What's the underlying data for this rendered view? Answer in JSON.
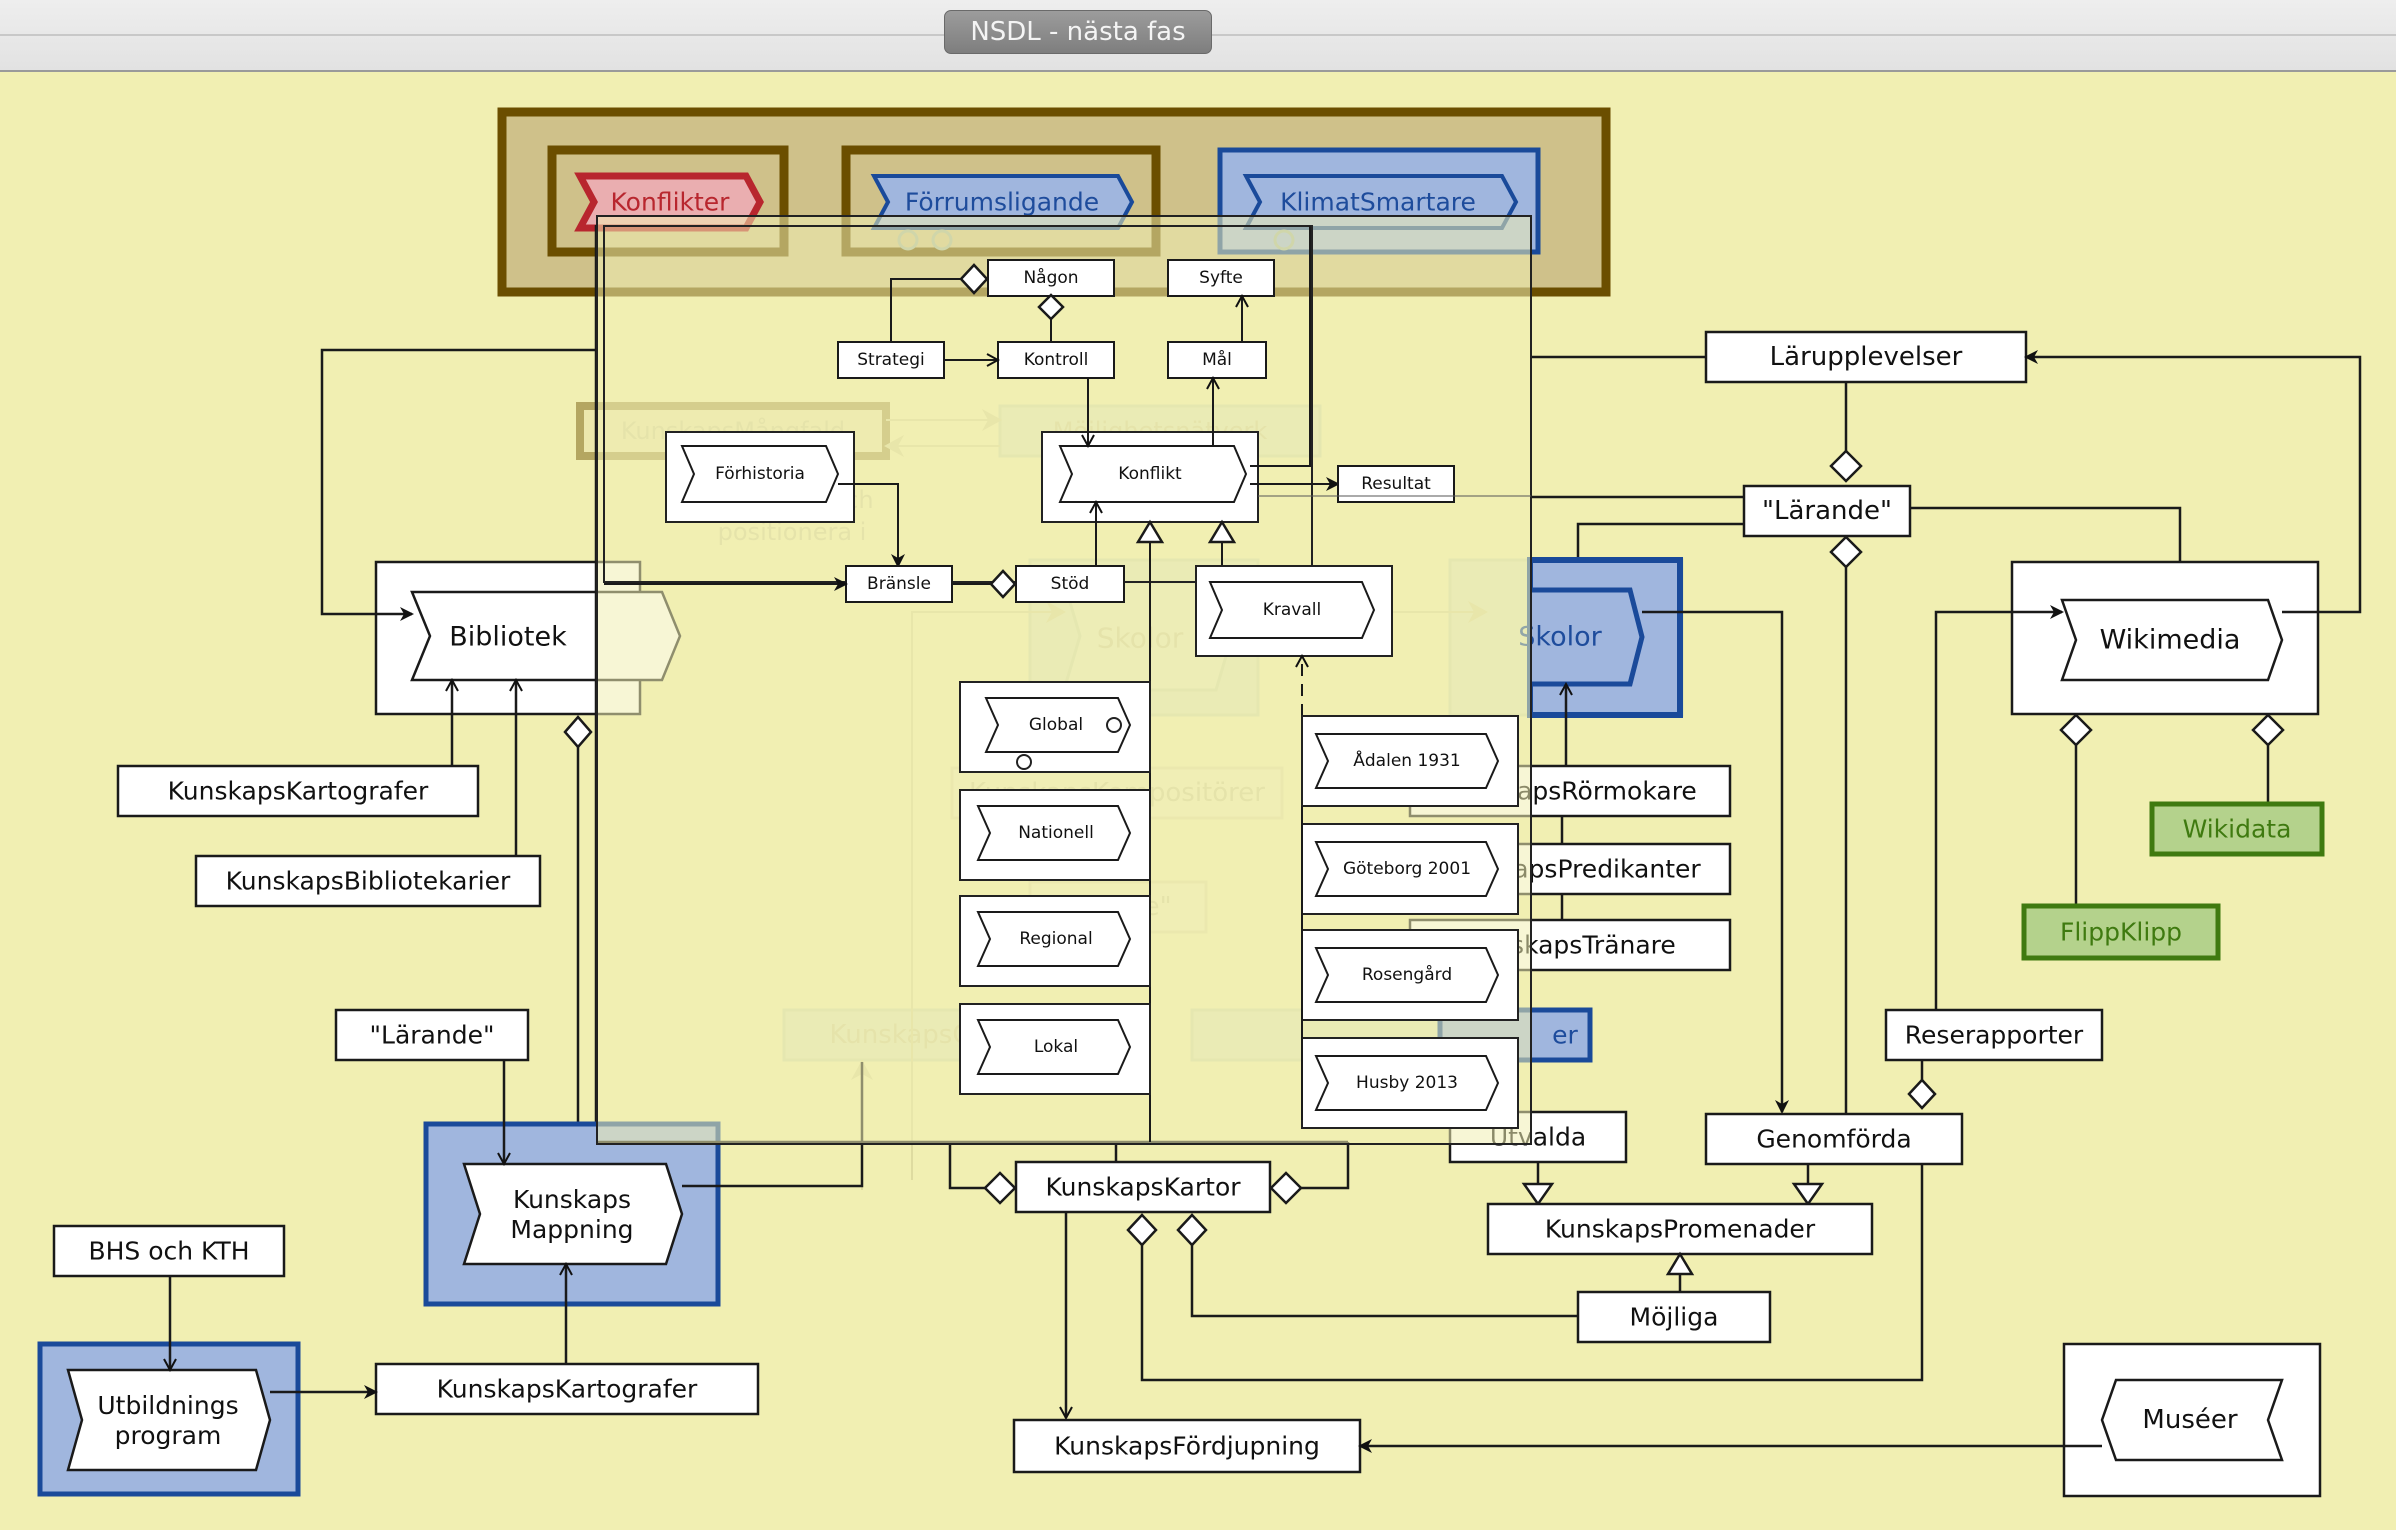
{
  "window": {
    "title": "NSDL - nästa fas"
  },
  "colors": {
    "background": "#f1efb2",
    "blue_fill": "#a0b6de",
    "blue_stroke": "#1a4a9a",
    "blue_text": "#1e4c9c",
    "red_fill": "#eaaeb0",
    "red_stroke": "#b8262e",
    "red_text": "#b8262e",
    "green_fill": "#b4d28c",
    "green_stroke": "#3f7a10",
    "green_text": "#3f7a10",
    "brown_stroke": "#6b4e00",
    "tan_fill": "#cfc18a",
    "line": "#1a1a1a"
  },
  "top_group": {
    "items": [
      {
        "label": "Konflikter",
        "style": "red"
      },
      {
        "label": "Förrumsligande",
        "style": "blue"
      },
      {
        "label": "KlimatSmartare",
        "style": "blue"
      }
    ]
  },
  "background_nodes": [
    {
      "id": "bibliotek",
      "label": "Bibliotek",
      "kind": "process-in-box"
    },
    {
      "id": "kartografer1",
      "label": "KunskapsKartografer",
      "kind": "box"
    },
    {
      "id": "bibliotekarier",
      "label": "KunskapsBibliotekarier",
      "kind": "box"
    },
    {
      "id": "larande_left",
      "label": "\"Lärande\"",
      "kind": "box"
    },
    {
      "id": "mappning",
      "label": "Kunskaps\nMappning",
      "kind": "process-in-blue"
    },
    {
      "id": "bhs",
      "label": "BHS och KTH",
      "kind": "box"
    },
    {
      "id": "utbildning",
      "label": "Utbildnings\nprogram",
      "kind": "process-in-blue"
    },
    {
      "id": "kartografer2",
      "label": "KunskapsKartografer",
      "kind": "box"
    },
    {
      "id": "larupplevelser",
      "label": "Lärupplevelser",
      "kind": "box"
    },
    {
      "id": "larande_right",
      "label": "\"Lärande\"",
      "kind": "box"
    },
    {
      "id": "skolor_blue",
      "label": "Skolor",
      "kind": "process-in-blue"
    },
    {
      "id": "wikimedia",
      "label": "Wikimedia",
      "kind": "process-in-box"
    },
    {
      "id": "wikidata",
      "label": "Wikidata",
      "kind": "green"
    },
    {
      "id": "flippklipp",
      "label": "FlippKlipp",
      "kind": "green"
    },
    {
      "id": "rormokare",
      "label": "KunskapsRörmokare",
      "kind": "box"
    },
    {
      "id": "predikanter",
      "label": "KunskapsPredikanter",
      "kind": "box"
    },
    {
      "id": "tranare",
      "label": "KunskapsTränare",
      "kind": "box"
    },
    {
      "id": "utvecklingsplaner",
      "label": "KunskapsUtvecklingsPlaner",
      "kind": "blue-box"
    },
    {
      "id": "reserapporter",
      "label": "Reserapporter",
      "kind": "box"
    },
    {
      "id": "utvalda",
      "label": "Utvalda",
      "kind": "box"
    },
    {
      "id": "genomforda",
      "label": "Genomförda",
      "kind": "box"
    },
    {
      "id": "kartor",
      "label": "KunskapsKartor",
      "kind": "box"
    },
    {
      "id": "promenader",
      "label": "KunskapsPromenader",
      "kind": "box"
    },
    {
      "id": "mojliga",
      "label": "Möjliga",
      "kind": "box"
    },
    {
      "id": "fordjupning",
      "label": "KunskapsFördjupning",
      "kind": "box"
    },
    {
      "id": "museer",
      "label": "Muséer",
      "kind": "process-in-box-left"
    }
  ],
  "faded_nodes": [
    {
      "label": "KunskapsMångfald"
    },
    {
      "label": "Möjlighetsnätverk"
    },
    {
      "label": "Skolor"
    },
    {
      "label": "KunskapsKompositörer"
    },
    {
      "label": "\"Lärare\""
    },
    {
      "label": "KunskapsC"
    },
    {
      "label": "positionera i"
    },
    {
      "label": "och"
    }
  ],
  "overlay_nodes": [
    {
      "id": "nagon",
      "label": "Någon"
    },
    {
      "id": "syfte",
      "label": "Syfte"
    },
    {
      "id": "strategi",
      "label": "Strategi"
    },
    {
      "id": "kontroll",
      "label": "Kontroll"
    },
    {
      "id": "mal",
      "label": "Mål"
    },
    {
      "id": "forhistoria",
      "label": "Förhistoria"
    },
    {
      "id": "konflikt",
      "label": "Konflikt"
    },
    {
      "id": "resultat",
      "label": "Resultat"
    },
    {
      "id": "bransle",
      "label": "Bränsle"
    },
    {
      "id": "stod",
      "label": "Stöd"
    },
    {
      "id": "kravall",
      "label": "Kravall"
    },
    {
      "id": "global",
      "label": "Global"
    },
    {
      "id": "nationell",
      "label": "Nationell"
    },
    {
      "id": "regional",
      "label": "Regional"
    },
    {
      "id": "lokal",
      "label": "Lokal"
    },
    {
      "id": "adalen",
      "label": "Ådalen 1931"
    },
    {
      "id": "goteborg",
      "label": "Göteborg 2001"
    },
    {
      "id": "rosengard",
      "label": "Rosengård"
    },
    {
      "id": "husby",
      "label": "Husby 2013"
    }
  ]
}
